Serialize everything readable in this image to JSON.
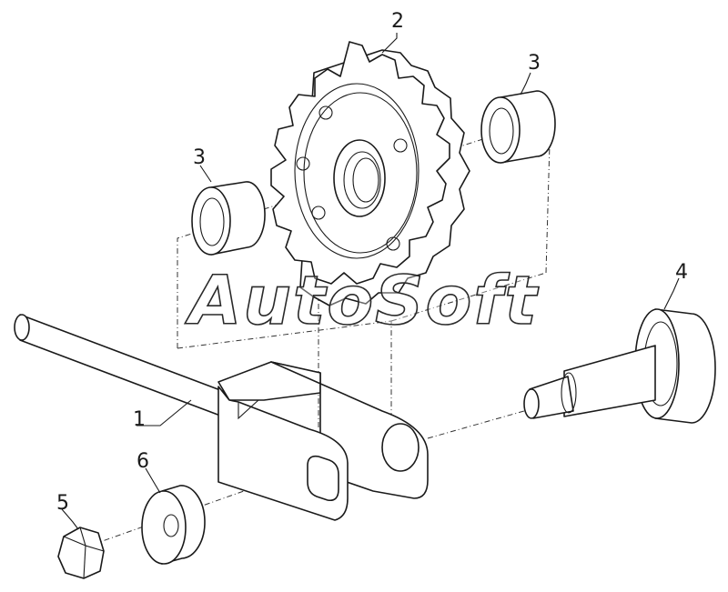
{
  "watermark": "AutoSoft",
  "callouts": [
    {
      "id": "1",
      "label": "1"
    },
    {
      "id": "2",
      "label": "2"
    },
    {
      "id": "3a",
      "label": "3"
    },
    {
      "id": "3b",
      "label": "3"
    },
    {
      "id": "4",
      "label": "4"
    },
    {
      "id": "5",
      "label": "5"
    },
    {
      "id": "6",
      "label": "6"
    }
  ],
  "colors": {
    "line": "#1a1a1a",
    "background": "#ffffff"
  }
}
